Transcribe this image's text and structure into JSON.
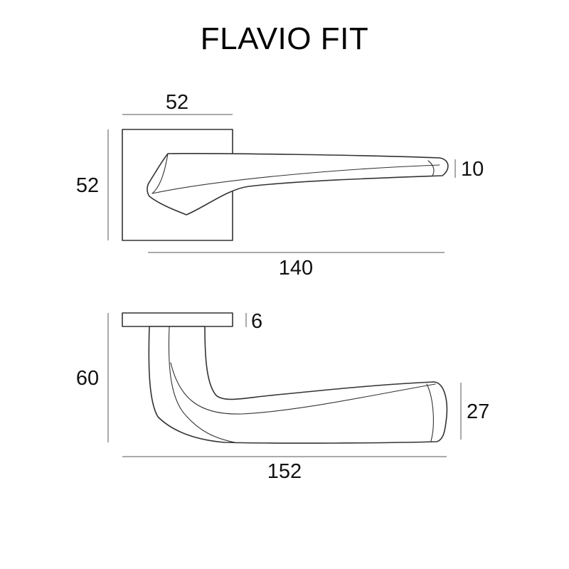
{
  "title": "FLAVIO FIT",
  "dimensions": {
    "rose_width": "52",
    "rose_height": "52",
    "lever_thickness": "10",
    "lever_length_top": "140",
    "rose_depth": "6",
    "projection": "60",
    "grip_height": "27",
    "lever_length_side": "152"
  }
}
